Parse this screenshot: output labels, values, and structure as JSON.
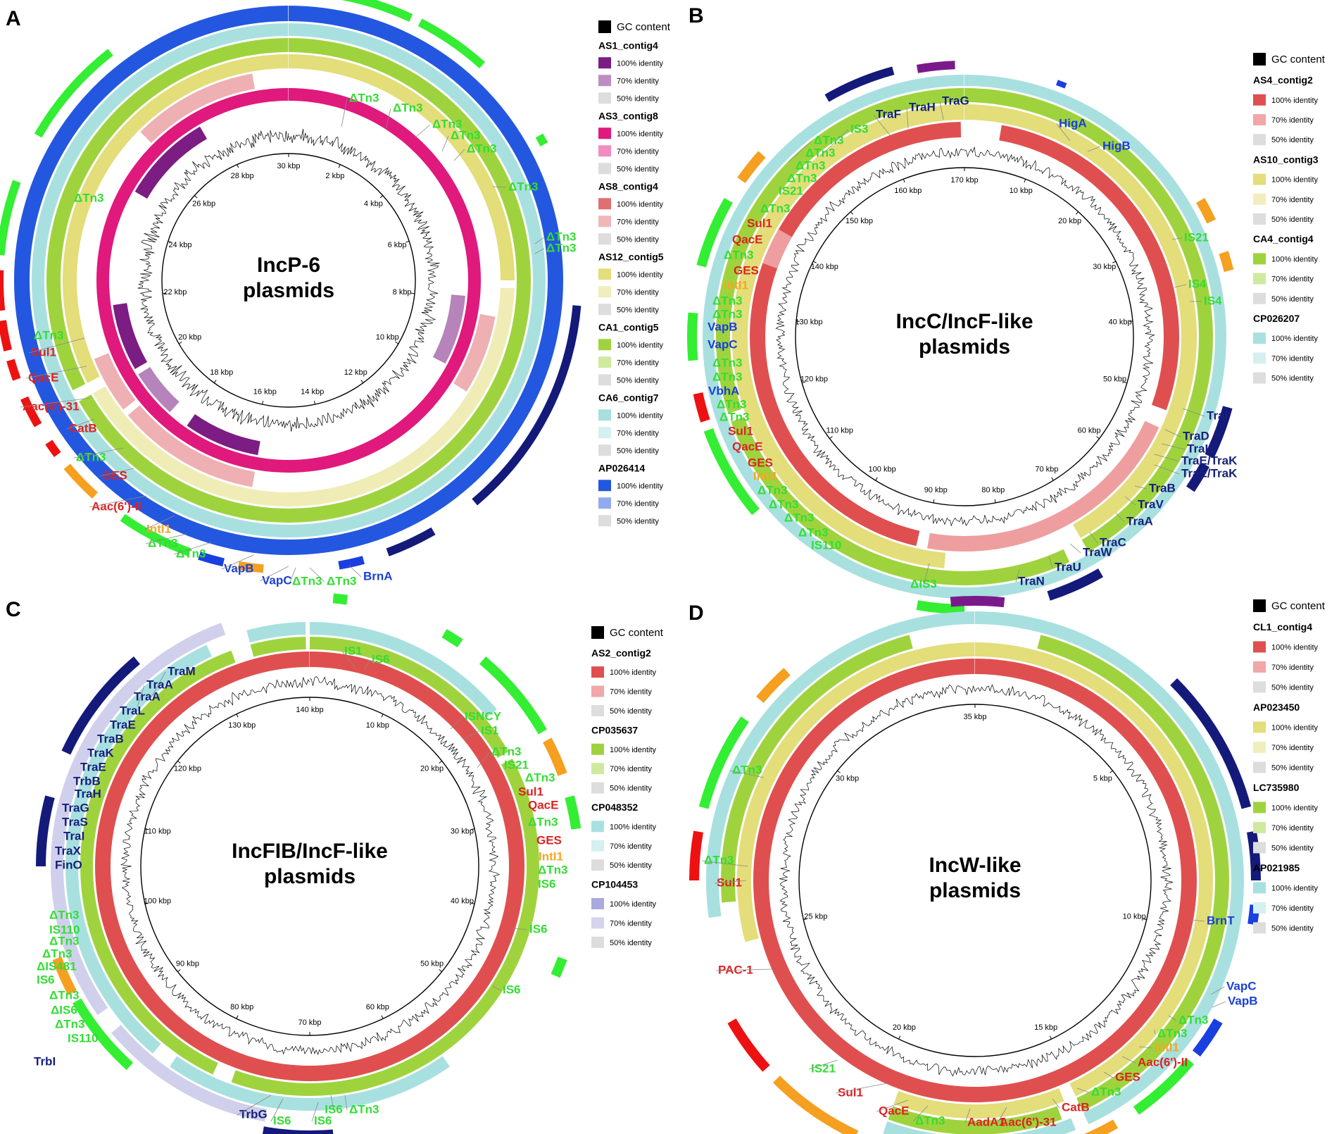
{
  "colors": {
    "label_green": "#33dd33",
    "label_red": "#dd2222",
    "label_orange": "#f5a623",
    "label_navy": "#16207a",
    "label_blue": "#1a3fd6",
    "gene_green": "#33ee33",
    "gene_red": "#ee1111",
    "gene_orange": "#f5a020",
    "gene_navy": "#141a7a",
    "gene_blue": "#1a3fe0",
    "gene_purple": "#7a1a8a"
  },
  "identity_levels": [
    "100% identity",
    "70% identity",
    "50% identity"
  ],
  "gc_label": "GC content",
  "panels": [
    {
      "letter": "A",
      "title_lines": [
        "IncP-6",
        "plasmids"
      ],
      "kbp_labels": [
        "2 kbp",
        "4 kbp",
        "6 kbp",
        "8 kbp",
        "10 kbp",
        "12 kbp",
        "14 kbp",
        "16 kbp",
        "18 kbp",
        "20 kbp",
        "22 kbp",
        "24 kbp",
        "26 kbp",
        "28 kbp",
        "30 kbp"
      ],
      "legend": [
        {
          "name": "AS1_contig4",
          "color": "#7b1d82"
        },
        {
          "name": "AS3_contig8",
          "color": "#e0197d"
        },
        {
          "name": "AS8_contig4",
          "color": "#e06f73"
        },
        {
          "name": "AS12_contig5",
          "color": "#e3dd7a"
        },
        {
          "name": "CA1_contig5",
          "color": "#9fd33e"
        },
        {
          "name": "CA6_contig7",
          "color": "#a8e0e0"
        },
        {
          "name": "AP026414",
          "color": "#2457e0"
        }
      ],
      "gene_labels": [
        {
          "text": "ΔTn3",
          "color": "green"
        },
        {
          "text": "ΔTn3",
          "color": "green"
        },
        {
          "text": "ΔTn3",
          "color": "green"
        },
        {
          "text": "ΔTn3",
          "color": "green"
        },
        {
          "text": "ΔTn3",
          "color": "green"
        },
        {
          "text": "ΔTn3",
          "color": "green"
        },
        {
          "text": "ΔTn3",
          "color": "green"
        },
        {
          "text": "ΔTn3",
          "color": "green"
        },
        {
          "text": "ΔTn3",
          "color": "green"
        },
        {
          "text": "ΔTn3",
          "color": "green"
        },
        {
          "text": "Sul1",
          "color": "red"
        },
        {
          "text": "QacE",
          "color": "red"
        },
        {
          "text": "Aac(6')-31",
          "color": "red"
        },
        {
          "text": "CatB",
          "color": "red"
        },
        {
          "text": "ΔTn3",
          "color": "green"
        },
        {
          "text": "GES",
          "color": "red"
        },
        {
          "text": "Aac(6')-II",
          "color": "red"
        },
        {
          "text": "IntI1",
          "color": "orange"
        },
        {
          "text": "ΔTn3",
          "color": "green"
        },
        {
          "text": "ΔTn3",
          "color": "green"
        },
        {
          "text": "VapB",
          "color": "blue"
        },
        {
          "text": "VapC",
          "color": "blue"
        },
        {
          "text": "ΔTn3",
          "color": "green"
        },
        {
          "text": "ΔTn3",
          "color": "green"
        },
        {
          "text": "BrnA",
          "color": "blue"
        }
      ]
    },
    {
      "letter": "B",
      "title_lines": [
        "IncC/IncF-like",
        "plasmids"
      ],
      "kbp_labels": [
        "10 kbp",
        "20 kbp",
        "30 kbp",
        "40 kbp",
        "50 kbp",
        "60 kbp",
        "70 kbp",
        "80 kbp",
        "90 kbp",
        "100 kbp",
        "110 kbp",
        "120 kbp",
        "130 kbp",
        "140 kbp",
        "150 kbp",
        "160 kbp",
        "170 kbp"
      ],
      "legend": [
        {
          "name": "AS4_contig2",
          "color": "#e04f4f"
        },
        {
          "name": "AS10_contig3",
          "color": "#e3dd7a"
        },
        {
          "name": "CA4_contig4",
          "color": "#9fd33e"
        },
        {
          "name": "CP026207",
          "color": "#a8e0e0"
        }
      ],
      "gene_labels": [
        {
          "text": "TraF",
          "color": "navy"
        },
        {
          "text": "TraH",
          "color": "navy"
        },
        {
          "text": "TraG",
          "color": "navy"
        },
        {
          "text": "HigA",
          "color": "blue"
        },
        {
          "text": "HigB",
          "color": "blue"
        },
        {
          "text": "IS3",
          "color": "green"
        },
        {
          "text": "ΔTn3",
          "color": "green"
        },
        {
          "text": "ΔTn3",
          "color": "green"
        },
        {
          "text": "ΔTn3",
          "color": "green"
        },
        {
          "text": "ΔTn3",
          "color": "green"
        },
        {
          "text": "IS21",
          "color": "green"
        },
        {
          "text": "ΔTn3",
          "color": "green"
        },
        {
          "text": "Sul1",
          "color": "red"
        },
        {
          "text": "QacE",
          "color": "red"
        },
        {
          "text": "ΔTn3",
          "color": "green"
        },
        {
          "text": "GES",
          "color": "red"
        },
        {
          "text": "IntI1",
          "color": "orange"
        },
        {
          "text": "ΔTn3",
          "color": "green"
        },
        {
          "text": "ΔTn3",
          "color": "green"
        },
        {
          "text": "VapB",
          "color": "blue"
        },
        {
          "text": "VapC",
          "color": "blue"
        },
        {
          "text": "ΔTn3",
          "color": "green"
        },
        {
          "text": "ΔTn3",
          "color": "green"
        },
        {
          "text": "VbhA",
          "color": "blue"
        },
        {
          "text": "ΔTn3",
          "color": "green"
        },
        {
          "text": "ΔTn3",
          "color": "green"
        },
        {
          "text": "Sul1",
          "color": "red"
        },
        {
          "text": "QacE",
          "color": "red"
        },
        {
          "text": "GES",
          "color": "red"
        },
        {
          "text": "IntI1",
          "color": "orange"
        },
        {
          "text": "ΔTn3",
          "color": "green"
        },
        {
          "text": "ΔTn3",
          "color": "green"
        },
        {
          "text": "ΔTn3",
          "color": "green"
        },
        {
          "text": "ΔTn3",
          "color": "green"
        },
        {
          "text": "IS110",
          "color": "green"
        },
        {
          "text": "ΔIS3",
          "color": "green"
        },
        {
          "text": "IS21",
          "color": "green"
        },
        {
          "text": "IS4",
          "color": "green"
        },
        {
          "text": "IS4",
          "color": "green"
        },
        {
          "text": "TraI",
          "color": "navy"
        },
        {
          "text": "TraD",
          "color": "navy"
        },
        {
          "text": "TraL",
          "color": "navy"
        },
        {
          "text": "TraE/TraK",
          "color": "navy"
        },
        {
          "text": "TraE/TraK",
          "color": "navy"
        },
        {
          "text": "TraB",
          "color": "navy"
        },
        {
          "text": "TraV",
          "color": "navy"
        },
        {
          "text": "TraA",
          "color": "navy"
        },
        {
          "text": "TraC",
          "color": "navy"
        },
        {
          "text": "TraW",
          "color": "navy"
        },
        {
          "text": "TraU",
          "color": "navy"
        },
        {
          "text": "TraN",
          "color": "navy"
        }
      ]
    },
    {
      "letter": "C",
      "title_lines": [
        "IncFIB/IncF-like",
        "plasmids"
      ],
      "kbp_labels": [
        "10 kbp",
        "20 kbp",
        "30 kbp",
        "40 kbp",
        "50 kbp",
        "60 kbp",
        "70 kbp",
        "80 kbp",
        "90 kbp",
        "100 kbp",
        "110 kbp",
        "120 kbp",
        "130 kbp",
        "140 kbp"
      ],
      "legend": [
        {
          "name": "AS2_contig2",
          "color": "#e04f4f"
        },
        {
          "name": "CP035637",
          "color": "#9fd33e"
        },
        {
          "name": "CP048352",
          "color": "#a8e0e0"
        },
        {
          "name": "CP104453",
          "color": "#a9a9df"
        }
      ],
      "gene_labels": [
        {
          "text": "TraM",
          "color": "navy"
        },
        {
          "text": "TraA",
          "color": "navy"
        },
        {
          "text": "TraA",
          "color": "navy"
        },
        {
          "text": "TraL",
          "color": "navy"
        },
        {
          "text": "TraE",
          "color": "navy"
        },
        {
          "text": "TraB",
          "color": "navy"
        },
        {
          "text": "TraK",
          "color": "navy"
        },
        {
          "text": "TraE",
          "color": "navy"
        },
        {
          "text": "TrbB",
          "color": "navy"
        },
        {
          "text": "TraH",
          "color": "navy"
        },
        {
          "text": "TraG",
          "color": "navy"
        },
        {
          "text": "TraS",
          "color": "navy"
        },
        {
          "text": "TraI",
          "color": "navy"
        },
        {
          "text": "TraX",
          "color": "navy"
        },
        {
          "text": "FinO",
          "color": "navy"
        },
        {
          "text": "IS1",
          "color": "green"
        },
        {
          "text": "IS6",
          "color": "green"
        },
        {
          "text": "ISNCY",
          "color": "green"
        },
        {
          "text": "IS1",
          "color": "green"
        },
        {
          "text": "ΔTn3",
          "color": "green"
        },
        {
          "text": "IS21",
          "color": "green"
        },
        {
          "text": "ΔTn3",
          "color": "green"
        },
        {
          "text": "Sul1",
          "color": "red"
        },
        {
          "text": "QacE",
          "color": "red"
        },
        {
          "text": "ΔTn3",
          "color": "green"
        },
        {
          "text": "GES",
          "color": "red"
        },
        {
          "text": "IntI1",
          "color": "orange"
        },
        {
          "text": "ΔTn3",
          "color": "green"
        },
        {
          "text": "IS6",
          "color": "green"
        },
        {
          "text": "IS6",
          "color": "green"
        },
        {
          "text": "IS6",
          "color": "green"
        },
        {
          "text": "IS6",
          "color": "green"
        },
        {
          "text": "ΔTn3",
          "color": "green"
        },
        {
          "text": "ΔTn3",
          "color": "green"
        },
        {
          "text": "IS110",
          "color": "green"
        },
        {
          "text": "ΔTn3",
          "color": "green"
        },
        {
          "text": "ΔTn3",
          "color": "green"
        },
        {
          "text": "ΔIS481",
          "color": "green"
        },
        {
          "text": "IS6",
          "color": "green"
        },
        {
          "text": "ΔTn3",
          "color": "green"
        },
        {
          "text": "ΔIS6",
          "color": "green"
        },
        {
          "text": "ΔTn3",
          "color": "green"
        },
        {
          "text": "IS110",
          "color": "green"
        },
        {
          "text": "TrbI",
          "color": "navy"
        },
        {
          "text": "TrbG",
          "color": "navy"
        },
        {
          "text": "IS6",
          "color": "green"
        },
        {
          "text": "IS6",
          "color": "green"
        }
      ]
    },
    {
      "letter": "D",
      "title_lines": [
        "IncW-like",
        "plasmids"
      ],
      "kbp_labels": [
        "5 kbp",
        "10 kbp",
        "15 kbp",
        "20 kbp",
        "25 kbp",
        "30 kbp",
        "35 kbp"
      ],
      "legend": [
        {
          "name": "CL1_contig4",
          "color": "#e04f4f"
        },
        {
          "name": "AP023450",
          "color": "#e3dd7a"
        },
        {
          "name": "LC735980",
          "color": "#9fd33e"
        },
        {
          "name": "AP021985",
          "color": "#a8e0e0"
        }
      ],
      "gene_labels": [
        {
          "text": "ΔTn3",
          "color": "green"
        },
        {
          "text": "ΔTn3",
          "color": "green"
        },
        {
          "text": "Sul1",
          "color": "red"
        },
        {
          "text": "BrnT",
          "color": "blue"
        },
        {
          "text": "PAC-1",
          "color": "red"
        },
        {
          "text": "VapC",
          "color": "blue"
        },
        {
          "text": "VapB",
          "color": "blue"
        },
        {
          "text": "ΔTn3",
          "color": "green"
        },
        {
          "text": "ΔTn3",
          "color": "green"
        },
        {
          "text": "IntI1",
          "color": "orange"
        },
        {
          "text": "Aac(6')-II",
          "color": "red"
        },
        {
          "text": "GES",
          "color": "red"
        },
        {
          "text": "ΔTn3",
          "color": "green"
        },
        {
          "text": "IS21",
          "color": "green"
        },
        {
          "text": "Sul1",
          "color": "red"
        },
        {
          "text": "CatB",
          "color": "red"
        },
        {
          "text": "QacE",
          "color": "red"
        },
        {
          "text": "ΔTn3",
          "color": "green"
        },
        {
          "text": "AadA1",
          "color": "red"
        },
        {
          "text": "Aac(6')-31",
          "color": "red"
        }
      ]
    }
  ]
}
